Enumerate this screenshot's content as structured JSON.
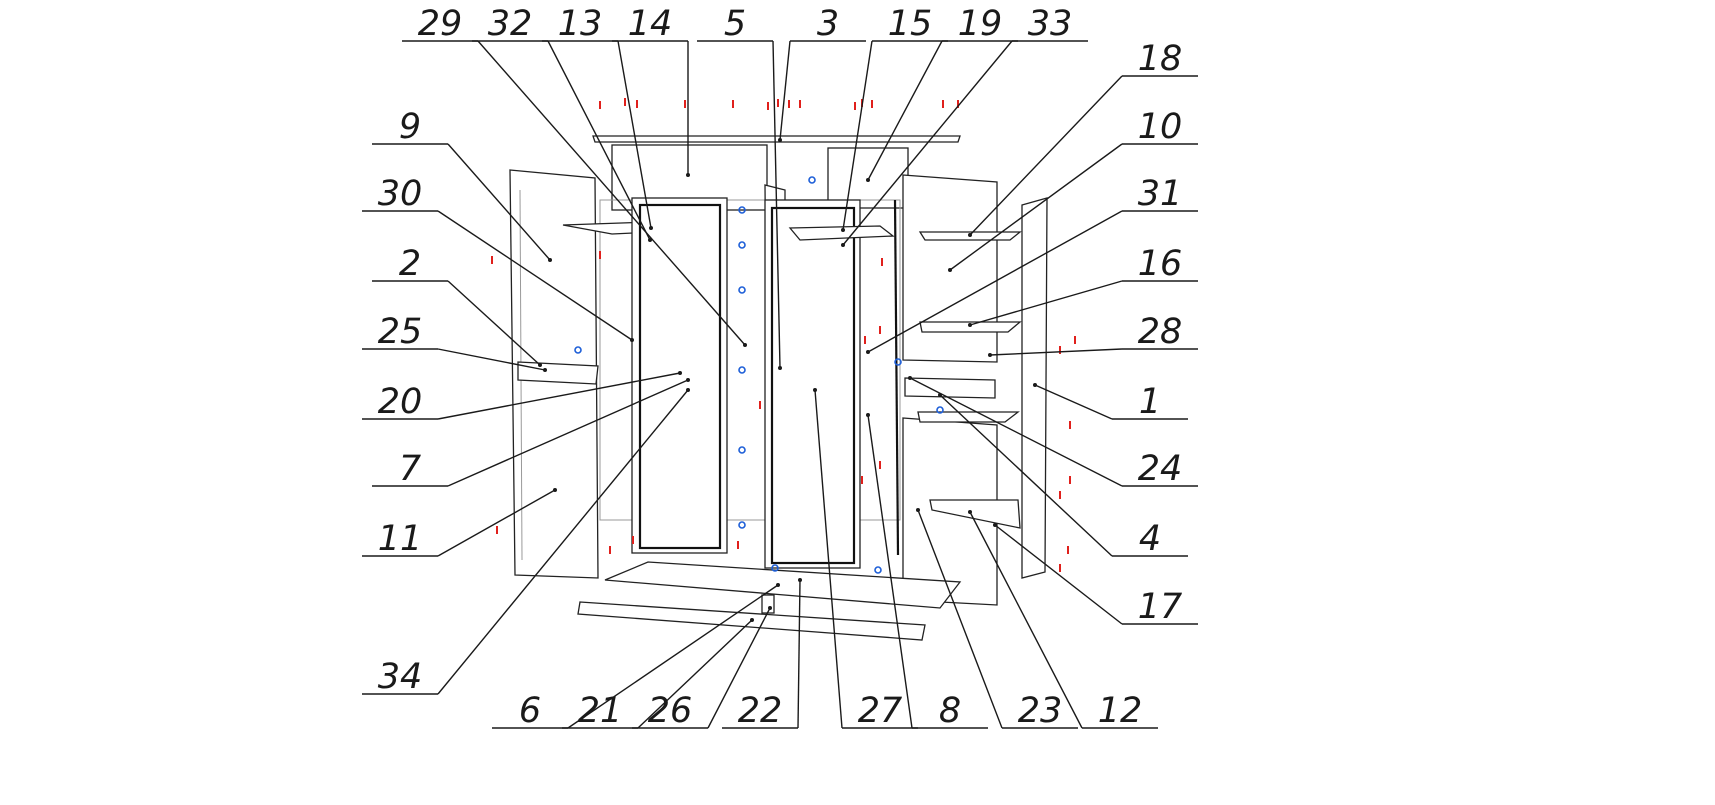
{
  "title": "Exploded assembly diagram",
  "callouts": [
    "29",
    "32",
    "13",
    "14",
    "5",
    "3",
    "15",
    "19",
    "33",
    "18",
    "10",
    "31",
    "16",
    "28",
    "1",
    "24",
    "4",
    "17",
    "9",
    "30",
    "2",
    "25",
    "20",
    "7",
    "11",
    "34",
    "6",
    "21",
    "26",
    "22",
    "27",
    "8",
    "23",
    "12"
  ],
  "colors": {
    "line": "#1a1a1a",
    "hardware_red": "#e0201c",
    "hardware_blue": "#1e5fd8"
  }
}
